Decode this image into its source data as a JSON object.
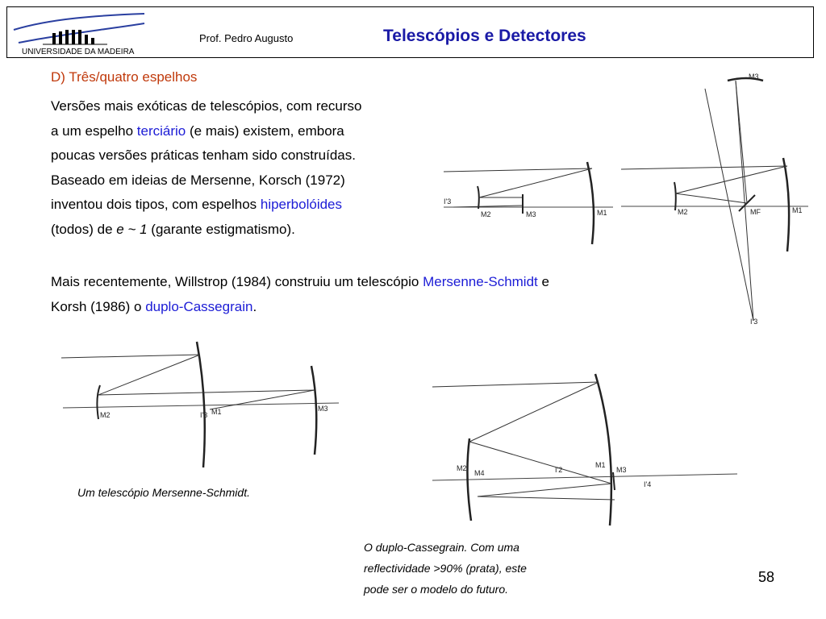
{
  "header": {
    "university": "UNIVERSIDADE DA MADEIRA",
    "author": "Prof. Pedro Augusto",
    "title": "Telescópios e Detectores",
    "title_color": "#1a1aa6"
  },
  "section": {
    "heading": "D) Três/quatro espelhos",
    "heading_color": "#c0390b"
  },
  "paragraph1": {
    "l1": "Versões mais exóticas de telescópios, com recurso",
    "l2a": "a um espelho ",
    "l2b": "terciário",
    "l2c": " (e mais) existem, embora",
    "l3": "poucas versões práticas tenham sido construídas.",
    "l4": "Baseado em ideias de Mersenne, Korsch (1972)",
    "l5a": "inventou dois tipos, com espelhos ",
    "l5b": "hiperbolóides",
    "l6a": "(todos) de ",
    "l6b": "e ~ 1",
    "l6c": " (garante estigmatismo)."
  },
  "paragraph2": {
    "l1a": "Mais recentemente, Willstrop (1984) construiu um telescópio ",
    "l1b": "Mersenne-Schmidt",
    "l1c": " e",
    "l2a": "Korsh (1986) o ",
    "l2b": "duplo-Cassegrain",
    "l2c": "."
  },
  "link_color": "#1c1cd6",
  "figures": {
    "fig1": {
      "labels": [
        "I'3",
        "M2",
        "M3",
        "M1"
      ]
    },
    "fig2": {
      "labels": [
        "M3",
        "M2",
        "MF",
        "M1",
        "I'3"
      ]
    },
    "fig3": {
      "labels": [
        "M2",
        "I'3",
        "M1",
        "M3"
      ]
    },
    "fig4": {
      "labels": [
        "M2",
        "M4",
        "I'2",
        "M1",
        "M3",
        "I'4"
      ]
    }
  },
  "captions": {
    "mersenne_schmidt": "Um telescópio Mersenne-Schmidt.",
    "double_cassegrain_l1": "O duplo-Cassegrain. Com uma",
    "double_cassegrain_l2": "reflectividade >90% (prata), este",
    "double_cassegrain_l3": "pode ser o modelo do futuro."
  },
  "page_number": "58"
}
